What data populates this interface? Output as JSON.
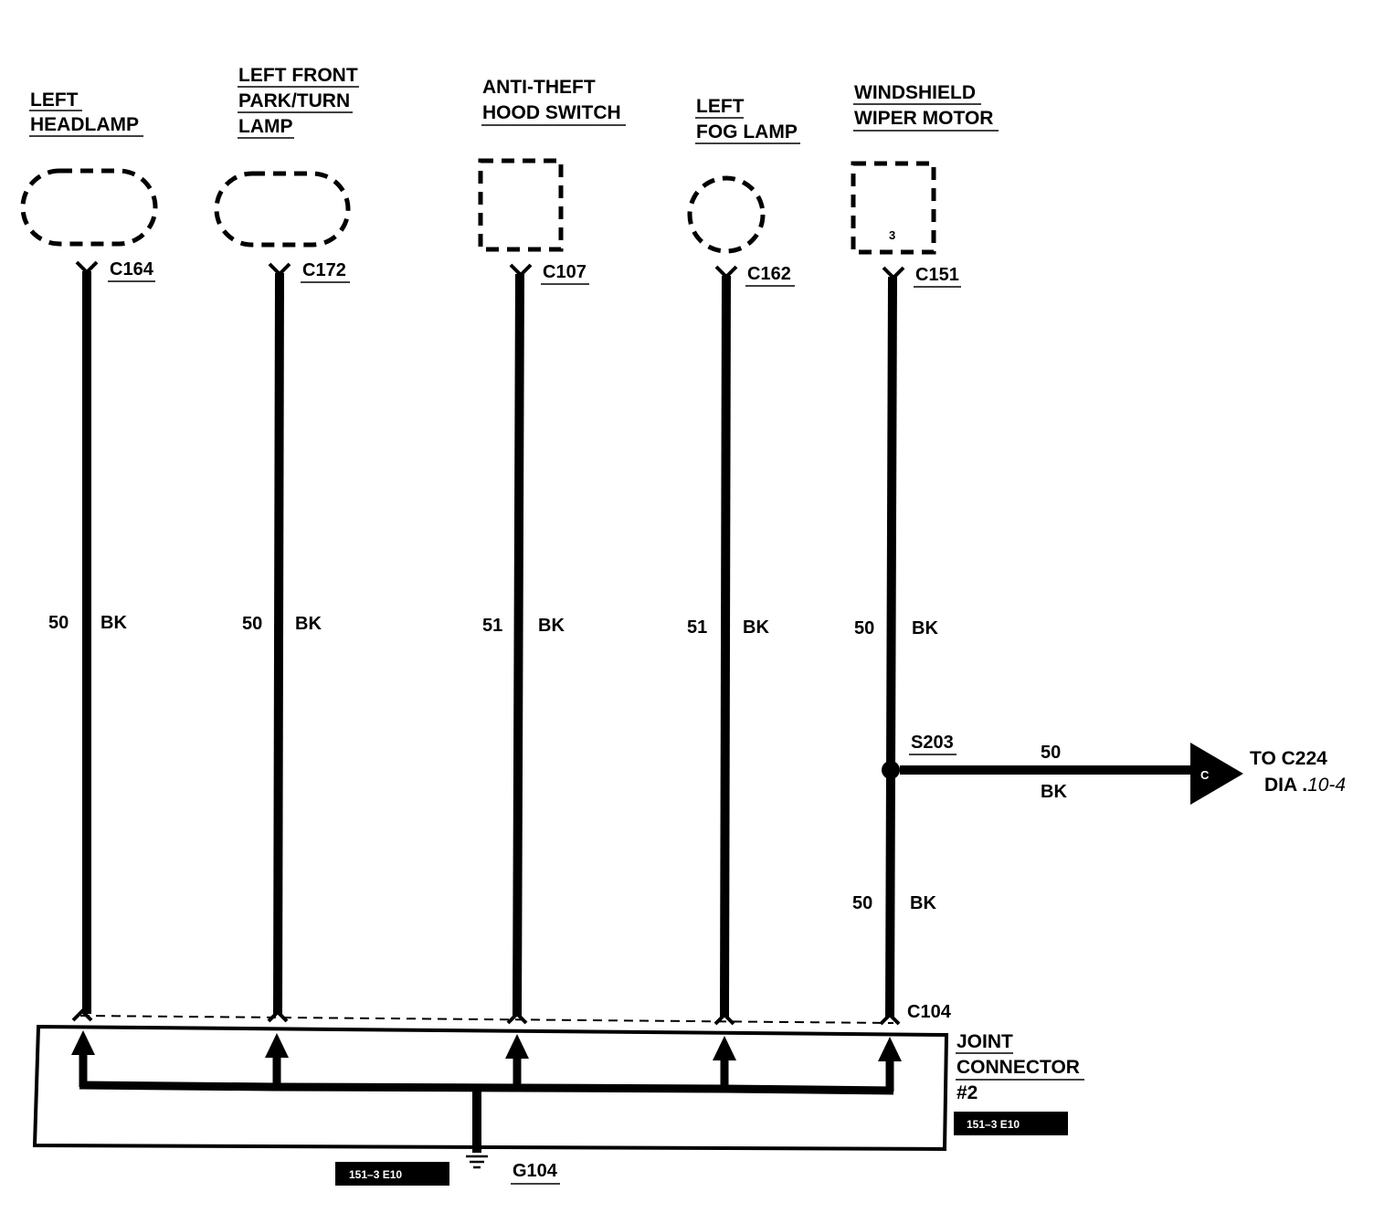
{
  "components": [
    {
      "label_lines": [
        "LEFT",
        "HEADLAMP"
      ],
      "connector": "C164",
      "gauge": "50",
      "color": "BK",
      "shape": "oval"
    },
    {
      "label_lines": [
        "LEFT FRONT",
        "PARK/TURN",
        "LAMP"
      ],
      "connector": "C172",
      "gauge": "50",
      "color": "BK",
      "shape": "oval"
    },
    {
      "label_lines": [
        "ANTI-THEFT",
        "HOOD SWITCH"
      ],
      "connector": "C107",
      "gauge": "51",
      "color": "BK",
      "shape": "square"
    },
    {
      "label_lines": [
        "LEFT",
        "FOG LAMP"
      ],
      "connector": "C162",
      "gauge": "51",
      "color": "BK",
      "shape": "circle"
    },
    {
      "label_lines": [
        "WINDSHIELD",
        "WIPER MOTOR"
      ],
      "connector": "C151",
      "gauge": "50",
      "color": "BK",
      "shape": "square",
      "pin": "3"
    }
  ],
  "splice": {
    "id": "S203",
    "gauge": "50",
    "color": "BK",
    "lower_gauge": "50",
    "lower_color": "BK",
    "arrow_letter": "C",
    "destination_line1": "TO C224",
    "destination_line2_prefix": "DIA .",
    "destination_line2_page": "10-4"
  },
  "joint_connector": {
    "connector": "C104",
    "label_lines": [
      "JOINT",
      "CONNECTOR",
      "#2"
    ],
    "ref": "151–3 E10"
  },
  "ground": {
    "id": "G104",
    "ref": "151–3 E10"
  }
}
